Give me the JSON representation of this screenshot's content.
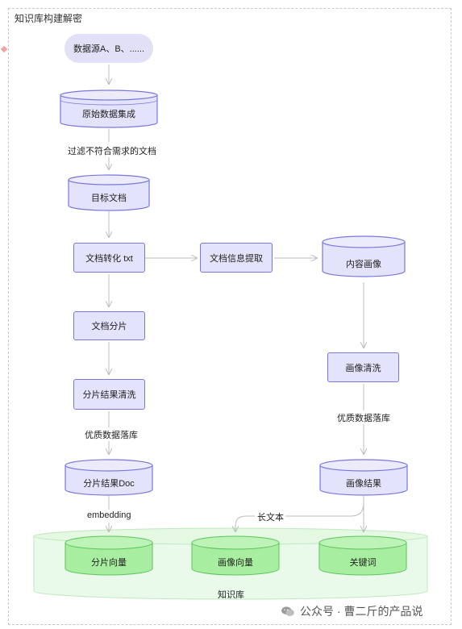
{
  "title": "知识库构建解密",
  "nodes": {
    "sources": "数据源A、B、......",
    "raw_data": "原始数据集成",
    "target_docs": "目标文档",
    "doc_to_txt": "文档转化 txt",
    "doc_info_extract": "文档信息提取",
    "content_profile": "内容画像",
    "doc_chunk": "文档分片",
    "chunk_clean": "分片结果清洗",
    "chunk_doc": "分片结果Doc",
    "profile_clean": "画像清洗",
    "profile_result": "画像结果",
    "chunk_vector": "分片向量",
    "profile_vector": "画像向量",
    "keywords": "关键词",
    "knowledge_base": "知识库"
  },
  "edge_labels": {
    "filter": "过滤不符合需求的文档",
    "quality_left": "优质数据落库",
    "quality_right": "优质数据落库",
    "embedding": "embedding",
    "long_text": "长文本"
  },
  "watermark": {
    "text": "公众号 · 曹二斤的产品说",
    "icon": "wechat-icon"
  },
  "colors": {
    "node_fill": "#e3e3fb",
    "node_border": "#7a76e0",
    "kb_fill": "#eafaea",
    "green_fill": "#a8eea0",
    "green_border": "#5cc45c",
    "arrow": "#bdbdbd"
  }
}
